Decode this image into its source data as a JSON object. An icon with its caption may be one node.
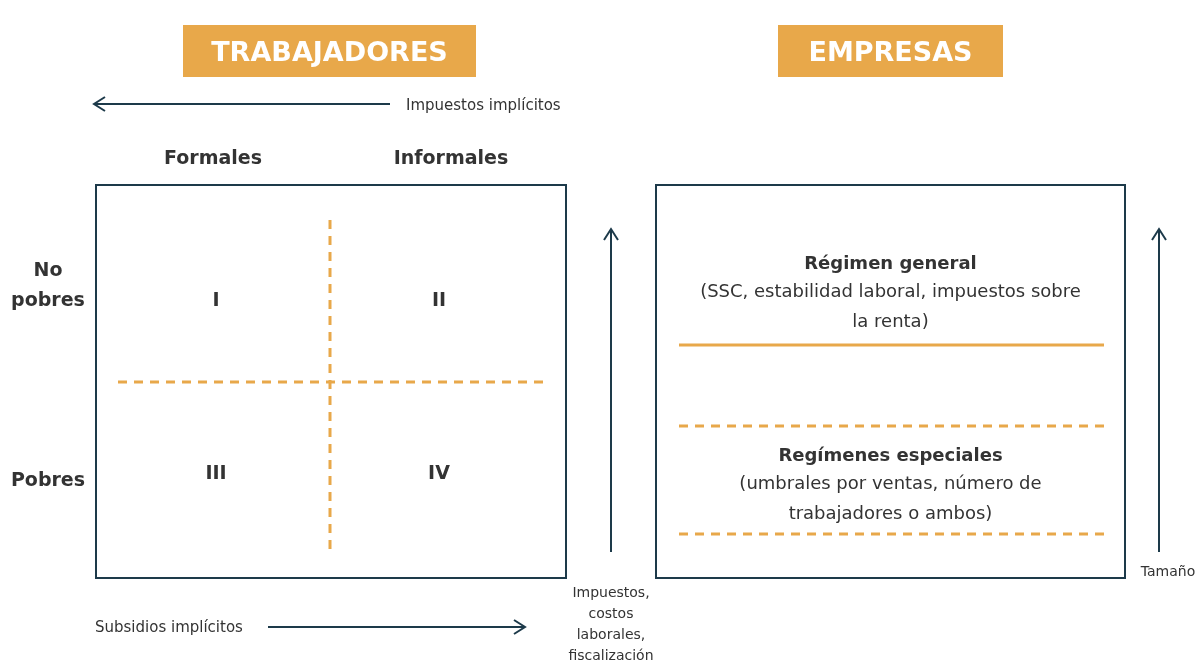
{
  "diagram": {
    "nodes": [
      {
        "text": [
          "TRABAJADORES"
        ]
      },
      {
        "text": [
          "EMPRESAS"
        ]
      },
      {
        "text": [],
        "shape": "box"
      },
      {
        "text": [
          "Régimen general",
          "(SSC, estabilidad laboral, impuestos sobre la renta)",
          "Regímenes especiales",
          "(umbrales por ventas, número de trabajadores o ambos)"
        ]
      }
    ],
    "edges": [],
    "labels": [
      "Impuestos implícitos",
      "Formales",
      "Informales",
      "No pobres",
      "I",
      "II",
      "Pobres",
      "III",
      "IV",
      "Impuestos, costos laborales, fiscalización",
      "Tamaño",
      "Subsidios implícitos"
    ]
  }
}
